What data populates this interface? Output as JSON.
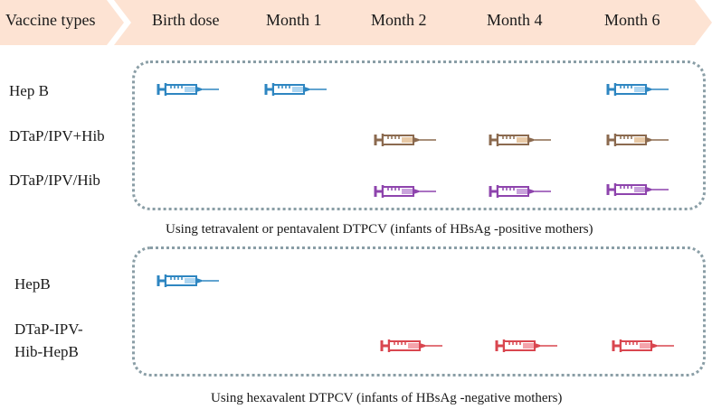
{
  "header": {
    "first_label": "Vaccine types",
    "columns": [
      "Birth dose",
      "Month 1",
      "Month 2",
      "Month 4",
      "Month 6"
    ],
    "banner_color": "#fde3d3",
    "banner_divider_color": "#ffffff"
  },
  "section_top": {
    "rows": [
      {
        "label": "Hep B",
        "color": "#2e86c1",
        "doses": [
          "Birth dose",
          "Month 1",
          "Month 6"
        ]
      },
      {
        "label": "DTaP/IPV+Hib",
        "color": "#8b6a4f",
        "doses": [
          "Month 2",
          "Month 4",
          "Month 6"
        ]
      },
      {
        "label": "DTaP/IPV/Hib",
        "color": "#8e44ad",
        "doses": [
          "Month 2",
          "Month 4",
          "Month 6"
        ]
      }
    ],
    "caption": "Using tetravalent or pentavalent DTPCV (infants of HBsAg -positive mothers)"
  },
  "section_bottom": {
    "rows": [
      {
        "label": "HepB",
        "color": "#2e86c1",
        "doses": [
          "Birth dose"
        ]
      },
      {
        "label_lines": [
          "DTaP-IPV-",
          "Hib-HepB"
        ],
        "color": "#d9464f",
        "doses": [
          "Month 2",
          "Month 4",
          "Month 6"
        ]
      }
    ],
    "caption": "Using hexavalent DTPCV (infants of HBsAg -negative mothers)"
  },
  "colors": {
    "box_border": "#8a9ea6",
    "fill_hepb": "#aed6f1",
    "fill_dtap_hib_plus": "#e8c9a6",
    "fill_dtap_hib_slash": "#c9a3dc",
    "fill_hexa": "#f5a3ab"
  },
  "icons": {
    "dose": "syringe-icon"
  }
}
